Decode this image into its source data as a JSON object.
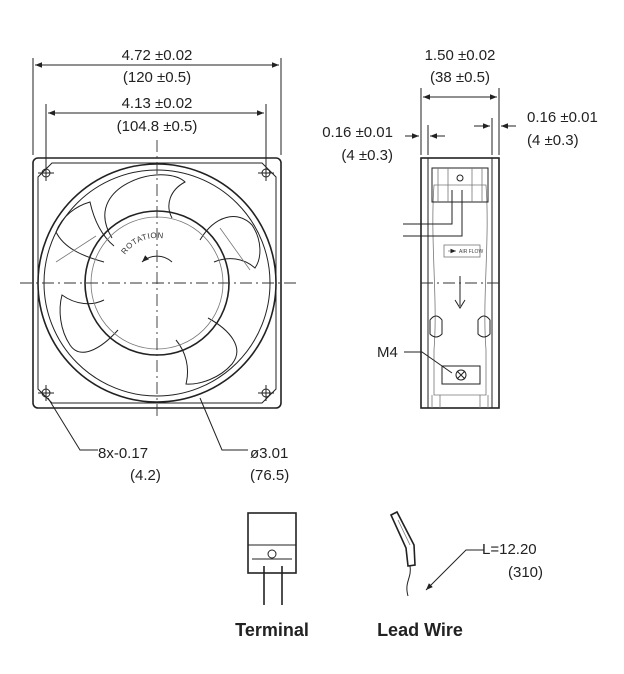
{
  "front_view": {
    "outer_width": "4.72 ±0.02",
    "outer_width_mm": "(120 ±0.5)",
    "hole_spacing": "4.13 ±0.02",
    "hole_spacing_mm": "(104.8 ±0.5)",
    "rotation_label": "ROTATION",
    "mount_holes": "8x-0.17",
    "mount_holes_mm": "(4.2)",
    "venturi_diameter": "ø3.01",
    "venturi_diameter_mm": "(76.5)"
  },
  "side_view": {
    "depth": "1.50 ±0.02",
    "depth_mm": "(38 ±0.5)",
    "flange_left": "0.16 ±0.01",
    "flange_left_mm": "(4 ±0.3)",
    "flange_right": "0.16 ±0.01",
    "flange_right_mm": "(4 ±0.3)",
    "screw": "M4",
    "airflow_label": "AIR FLOW"
  },
  "terminal": {
    "caption": "Terminal"
  },
  "lead_wire": {
    "caption": "Lead Wire",
    "length": "L=12.20",
    "length_mm": "(310)"
  }
}
